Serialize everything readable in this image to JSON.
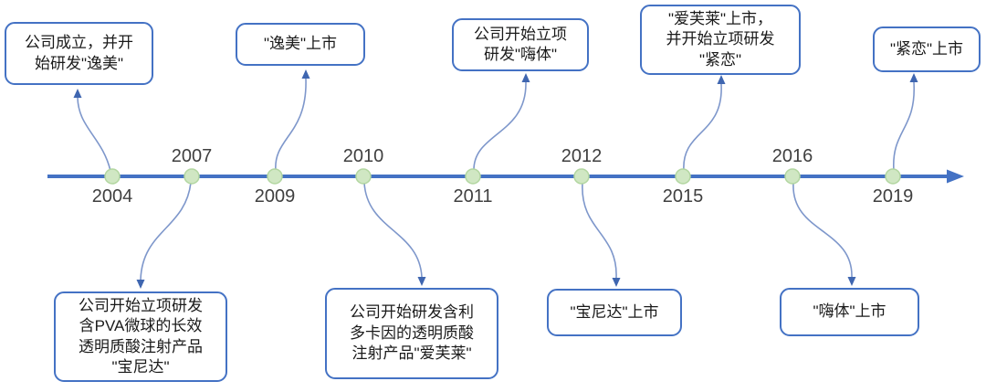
{
  "diagram": {
    "type": "timeline",
    "colors": {
      "timeline_line": "#4472C4",
      "dot_fill": "#D0E7C3",
      "dot_border": "#B2D6A0",
      "connector": "#7E97CB",
      "arrowhead": "#3F66B0",
      "box_border": "#4472C4",
      "year_text": "#3F3F3F",
      "box_text": "#1A1A1A"
    },
    "events": [
      {
        "year": "2004",
        "year_side": "below",
        "box_side": "above",
        "milestone": "公司成立，并开\n始研发\"逸美\""
      },
      {
        "year": "2007",
        "year_side": "above",
        "box_side": "below",
        "milestone": "公司开始立项研发\n含PVA微球的长效\n透明质酸注射产品\n\"宝尼达\""
      },
      {
        "year": "2009",
        "year_side": "below",
        "box_side": "above",
        "milestone": "\"逸美\"上市"
      },
      {
        "year": "2010",
        "year_side": "above",
        "box_side": "below",
        "milestone": "公司开始研发含利\n多卡因的透明质酸\n注射产品\"爱芙莱\""
      },
      {
        "year": "2011",
        "year_side": "below",
        "box_side": "above",
        "milestone": "公司开始立项\n研发\"嗨体\""
      },
      {
        "year": "2012",
        "year_side": "above",
        "box_side": "below",
        "milestone": "\"宝尼达\"上市"
      },
      {
        "year": "2015",
        "year_side": "below",
        "box_side": "above",
        "milestone": "\"爱芙莱\"上市，\n并开始立项研发\n\"紧恋\""
      },
      {
        "year": "2016",
        "year_side": "above",
        "box_side": "below",
        "milestone": "\"嗨体\"上市"
      },
      {
        "year": "2019",
        "year_side": "below",
        "box_side": "above",
        "milestone": "\"紧恋\"上市"
      }
    ]
  }
}
